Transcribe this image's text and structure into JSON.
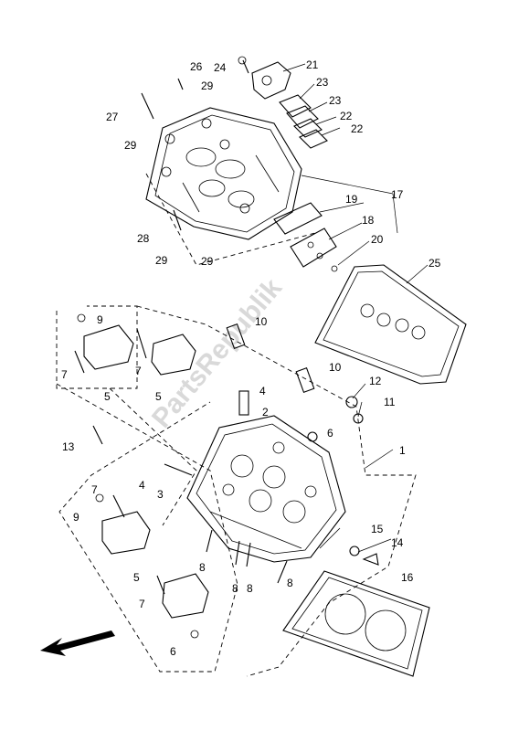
{
  "watermark": "PartsRepublik",
  "callouts": [
    "1",
    "2",
    "3",
    "4",
    "4",
    "5",
    "5",
    "5",
    "6",
    "6",
    "7",
    "7",
    "7",
    "7",
    "8",
    "8",
    "8",
    "8",
    "9",
    "9",
    "10",
    "10",
    "11",
    "12",
    "13",
    "14",
    "15",
    "16",
    "17",
    "18",
    "19",
    "20",
    "21",
    "22",
    "22",
    "23",
    "23",
    "24",
    "25",
    "26",
    "27",
    "28",
    "29",
    "29",
    "29",
    "29"
  ],
  "orientation_arrow": "front-arrow-icon"
}
